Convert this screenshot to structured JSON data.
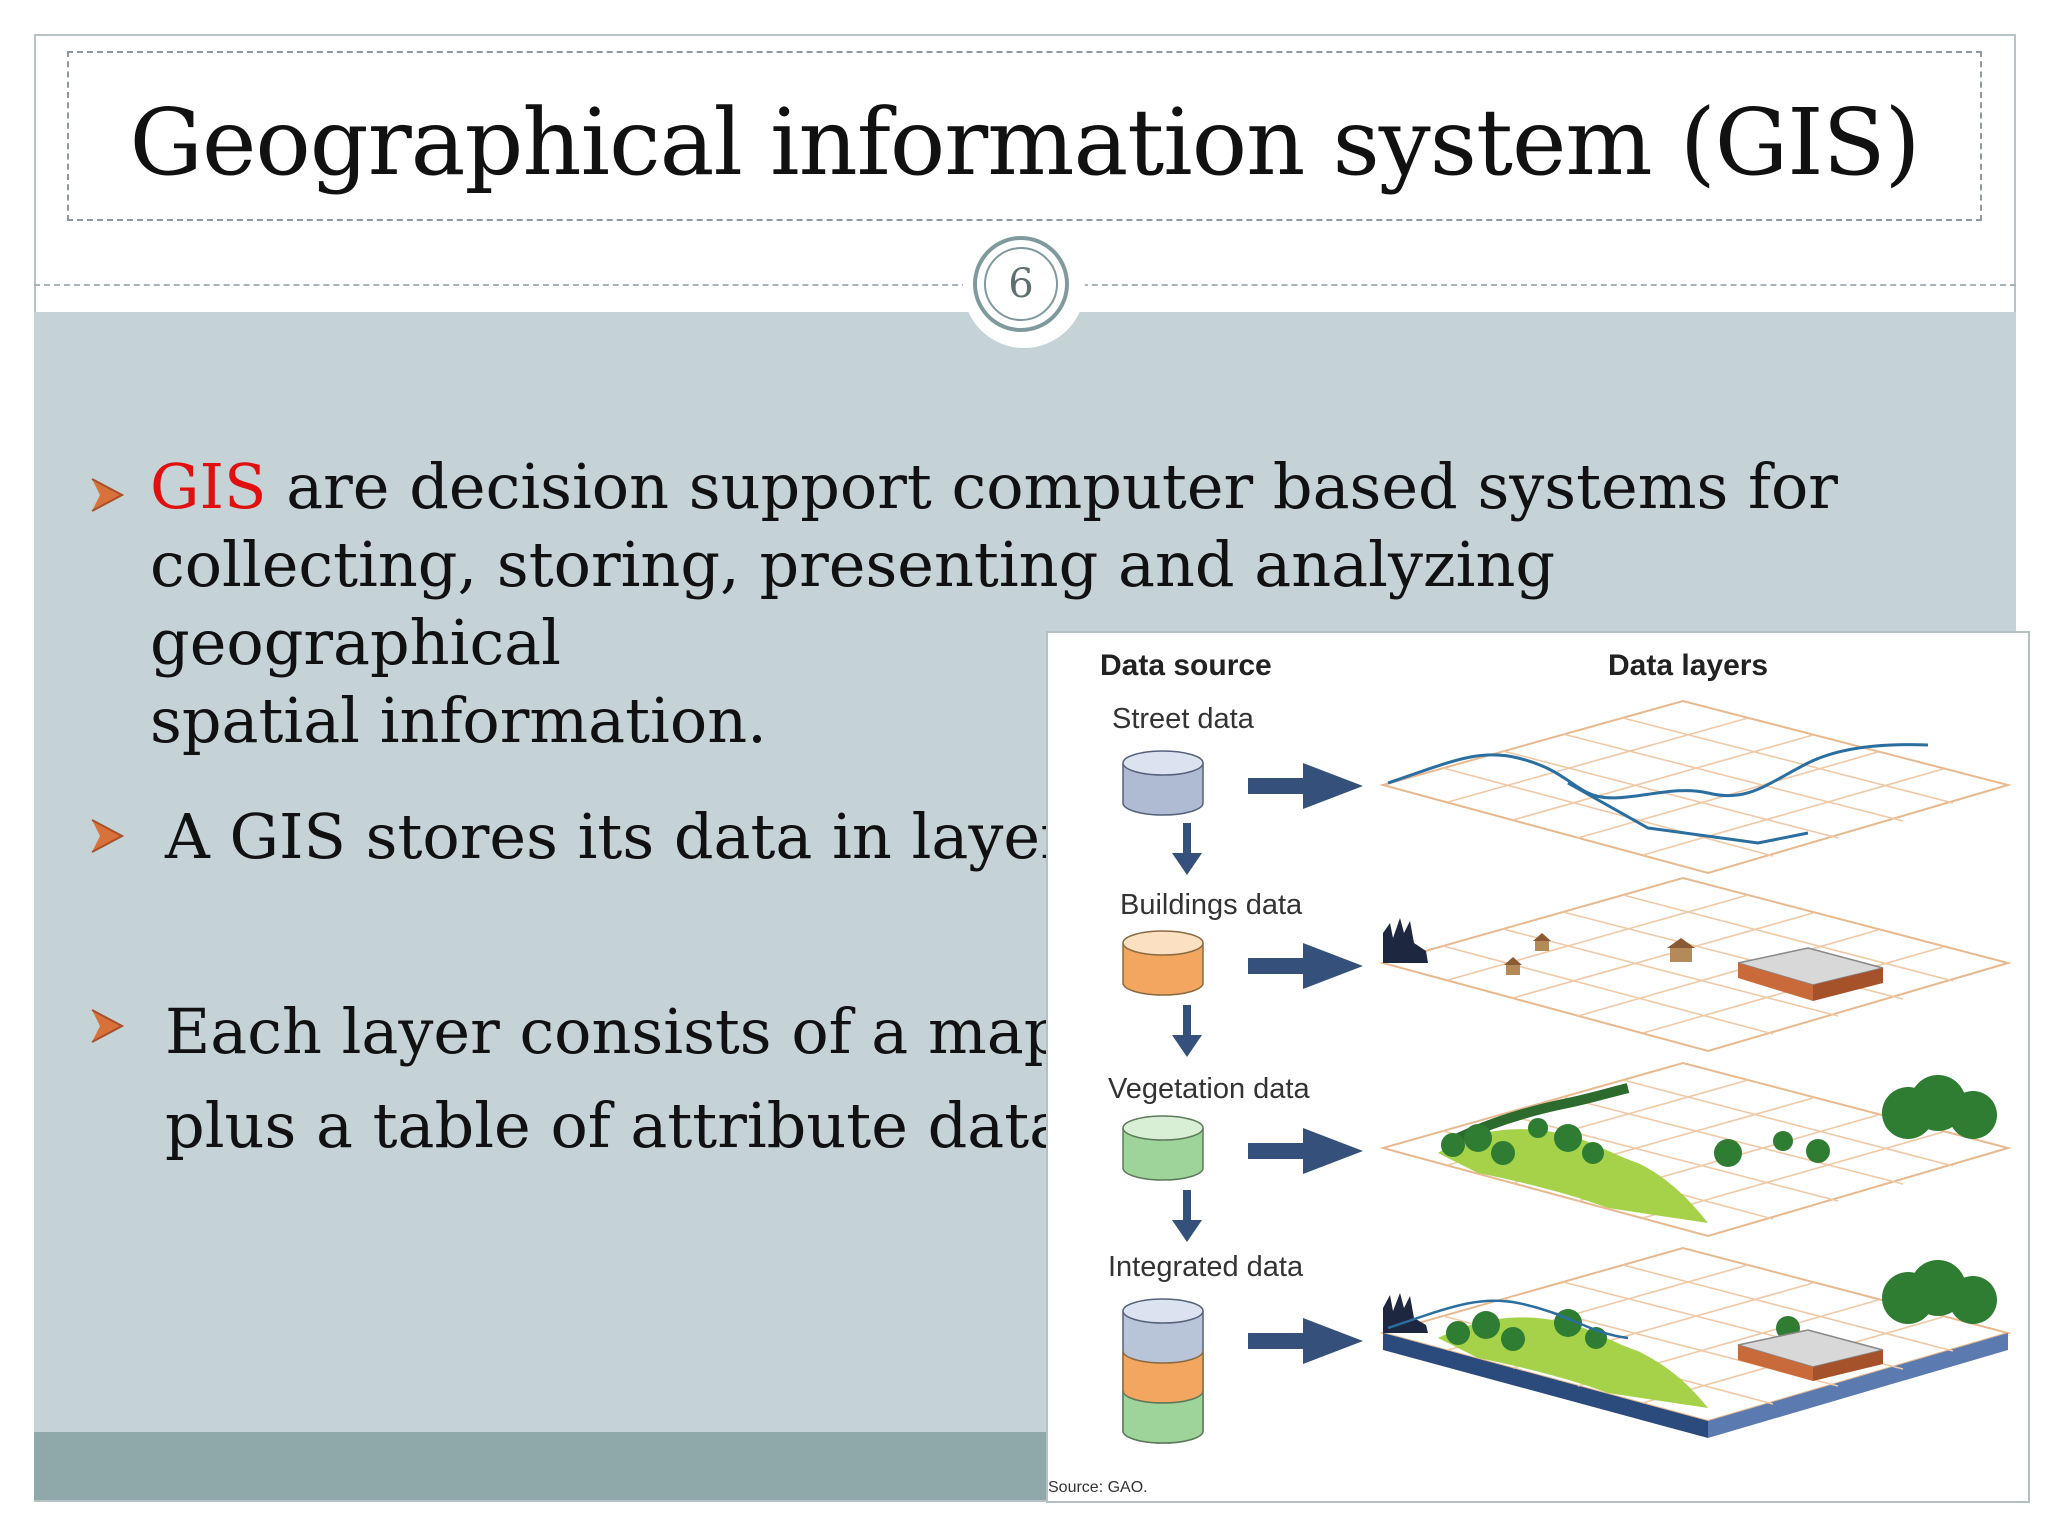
{
  "slide": {
    "title": "Geographical information system (GIS)",
    "page_number": "6"
  },
  "bullets": {
    "b1_highlight": "GIS",
    "b1_line1_rest": " are decision support computer based systems for",
    "b1_line2": "collecting, storing, presenting and analyzing geographical",
    "b1_line3": "spatial information.",
    "b2": "A GIS stores its data in layers.",
    "b3_line1": "Each layer consists of a map",
    "b3_line2": "plus a table of attribute data."
  },
  "figure": {
    "col_source": "Data source",
    "col_layers": "Data layers",
    "rows": [
      {
        "label": "Street data"
      },
      {
        "label": "Buildings data"
      },
      {
        "label": "Vegetation data"
      },
      {
        "label": "Integrated data"
      }
    ],
    "source_note": "Source: GAO."
  },
  "colors": {
    "highlight": "#e01010",
    "bullet_arrow": "#d9713a",
    "content_bg": "#c5d3d6",
    "footer_bg": "#8fa9ab",
    "db_street": "#8ea3c4",
    "db_buildings": "#f2a660",
    "db_vegetation": "#9ed49a",
    "flow_arrow": "#35507a"
  },
  "icons": [
    "bullet-arrow-icon",
    "database-icon",
    "flow-arrow-icon"
  ]
}
